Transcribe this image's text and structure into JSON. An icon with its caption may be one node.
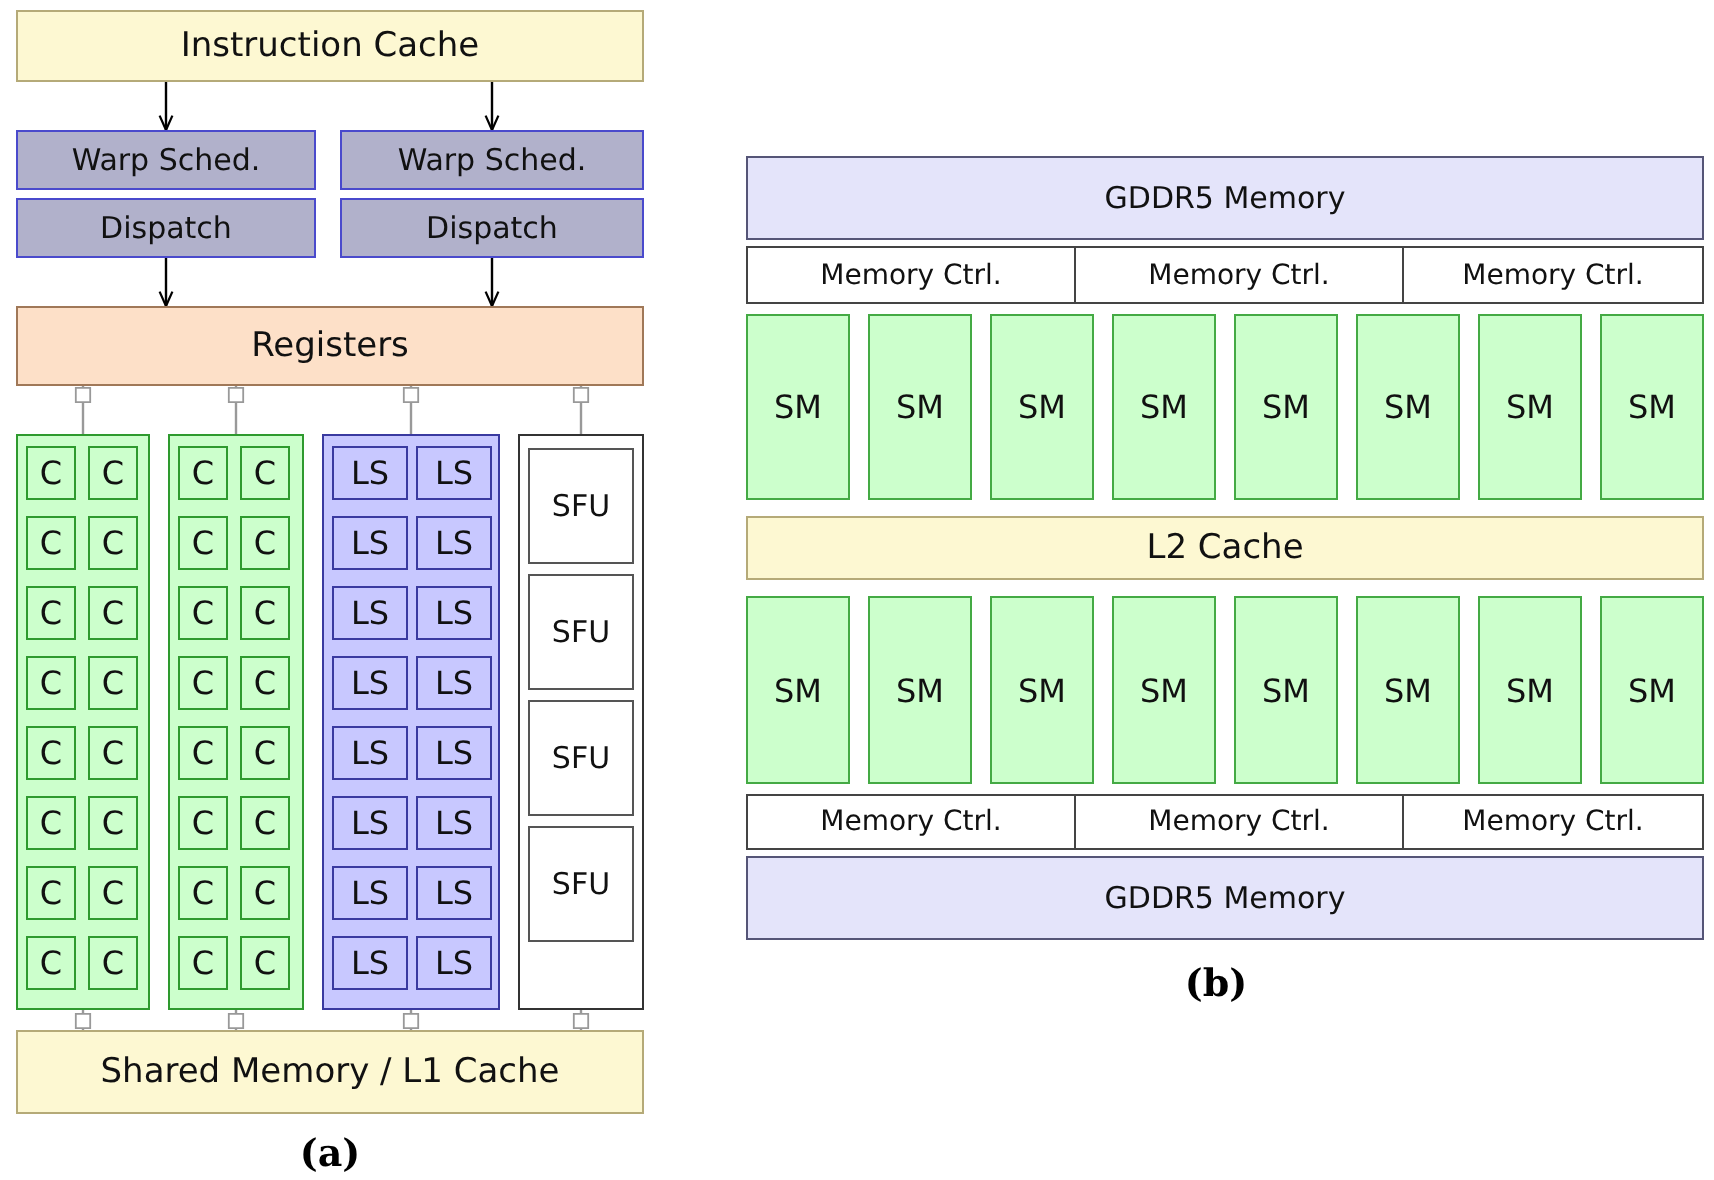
{
  "diagram": {
    "nodes": [
      {
        "text": [
          "Instruction Cache"
        ]
      },
      {
        "text": [
          "Warp Sched."
        ]
      },
      {
        "text": [
          "Warp Sched."
        ]
      },
      {
        "text": [
          "Dispatch"
        ]
      },
      {
        "text": [
          "Dispatch"
        ]
      },
      {
        "text": [
          "Registers"
        ]
      },
      {
        "text": [],
        "shape": "box"
      },
      {
        "text": [
          "C"
        ],
        "in": 6
      },
      {
        "text": [
          "C"
        ],
        "in": 6
      },
      {
        "text": [
          "C"
        ],
        "in": 6
      },
      {
        "text": [
          "C"
        ],
        "in": 6
      },
      {
        "text": [
          "C"
        ],
        "in": 6
      },
      {
        "text": [
          "C"
        ],
        "in": 6
      },
      {
        "text": [
          "C"
        ],
        "in": 6
      },
      {
        "text": [
          "C"
        ],
        "in": 6
      },
      {
        "text": [
          "C"
        ],
        "in": 6
      },
      {
        "text": [
          "C"
        ],
        "in": 6
      },
      {
        "text": [
          "C"
        ],
        "in": 6
      },
      {
        "text": [
          "C"
        ],
        "in": 6
      },
      {
        "text": [
          "C"
        ],
        "in": 6
      },
      {
        "text": [
          "C"
        ],
        "in": 6
      },
      {
        "text": [
          "C"
        ],
        "in": 6
      },
      {
        "text": [
          "C"
        ],
        "in": 6
      },
      {
        "text": [],
        "shape": "box"
      },
      {
        "text": [
          "C"
        ],
        "in": 23
      },
      {
        "text": [
          "C"
        ],
        "in": 23
      },
      {
        "text": [
          "C"
        ],
        "in": 23
      },
      {
        "text": [
          "C"
        ],
        "in": 23
      },
      {
        "text": [
          "C"
        ],
        "in": 23
      },
      {
        "text": [
          "C"
        ],
        "in": 23
      },
      {
        "text": [
          "C"
        ],
        "in": 23
      },
      {
        "text": [
          "C"
        ],
        "in": 23
      },
      {
        "text": [
          "C"
        ],
        "in": 23
      },
      {
        "text": [
          "C"
        ],
        "in": 23
      },
      {
        "text": [
          "C"
        ],
        "in": 23
      },
      {
        "text": [
          "C"
        ],
        "in": 23
      },
      {
        "text": [
          "C"
        ],
        "in": 23
      },
      {
        "text": [
          "C"
        ],
        "in": 23
      },
      {
        "text": [
          "C"
        ],
        "in": 23
      },
      {
        "text": [
          "C"
        ],
        "in": 23
      },
      {
        "text": [],
        "shape": "box"
      },
      {
        "text": [
          "LS"
        ],
        "in": 40
      },
      {
        "text": [
          "LS"
        ],
        "in": 40
      },
      {
        "text": [
          "LS"
        ],
        "in": 40
      },
      {
        "text": [
          "LS"
        ],
        "in": 40
      },
      {
        "text": [
          "LS"
        ],
        "in": 40
      },
      {
        "text": [
          "LS"
        ],
        "in": 40
      },
      {
        "text": [
          "LS"
        ],
        "in": 40
      },
      {
        "text": [
          "LS"
        ],
        "in": 40
      },
      {
        "text": [
          "LS"
        ],
        "in": 40
      },
      {
        "text": [
          "LS"
        ],
        "in": 40
      },
      {
        "text": [
          "LS"
        ],
        "in": 40
      },
      {
        "text": [
          "LS"
        ],
        "in": 40
      },
      {
        "text": [
          "LS"
        ],
        "in": 40
      },
      {
        "text": [
          "LS"
        ],
        "in": 40
      },
      {
        "text": [
          "LS"
        ],
        "in": 40
      },
      {
        "text": [
          "LS"
        ],
        "in": 40
      },
      {
        "text": [],
        "shape": "box"
      },
      {
        "text": [
          "SFU"
        ],
        "in": 57
      },
      {
        "text": [
          "SFU"
        ],
        "in": 57
      },
      {
        "text": [
          "SFU"
        ],
        "in": 57
      },
      {
        "text": [
          "SFU"
        ],
        "in": 57
      },
      {
        "text": [
          "Shared Memory / L1 Cache"
        ]
      },
      {
        "text": [
          "GDDR5 Memory"
        ]
      },
      {
        "text": [
          "Memory Ctrl."
        ]
      },
      {
        "text": [
          "Memory Ctrl."
        ]
      },
      {
        "text": [
          "Memory Ctrl."
        ]
      },
      {
        "text": [
          "SM"
        ]
      },
      {
        "text": [
          "SM"
        ]
      },
      {
        "text": [
          "SM"
        ]
      },
      {
        "text": [
          "SM"
        ]
      },
      {
        "text": [
          "SM"
        ]
      },
      {
        "text": [
          "SM"
        ]
      },
      {
        "text": [
          "SM"
        ]
      },
      {
        "text": [
          "SM"
        ]
      },
      {
        "text": [
          "L2 Cache"
        ]
      },
      {
        "text": [
          "SM"
        ]
      },
      {
        "text": [
          "SM"
        ]
      },
      {
        "text": [
          "SM"
        ]
      },
      {
        "text": [
          "SM"
        ]
      },
      {
        "text": [
          "SM"
        ]
      },
      {
        "text": [
          "SM"
        ]
      },
      {
        "text": [
          "SM"
        ]
      },
      {
        "text": [
          "SM"
        ]
      },
      {
        "text": [
          "Memory Ctrl."
        ]
      },
      {
        "text": [
          "Memory Ctrl."
        ]
      },
      {
        "text": [
          "Memory Ctrl."
        ]
      },
      {
        "text": [
          "GDDR5 Memory"
        ]
      }
    ],
    "edges": [
      {
        "from": 0,
        "to": 1,
        "arrow": "to",
        "color": "#000000"
      },
      {
        "from": 0,
        "to": 2,
        "arrow": "to",
        "color": "#000000"
      },
      {
        "from": 3,
        "to": 5,
        "arrow": "to",
        "color": "#000000"
      },
      {
        "from": 4,
        "to": 5,
        "arrow": "to",
        "color": "#000000"
      },
      {
        "from": 6,
        "to": 5,
        "arrow": "other"
      },
      {
        "from": 23,
        "to": 5,
        "arrow": "other"
      },
      {
        "from": 40,
        "to": 5,
        "arrow": "other"
      },
      {
        "from": 57,
        "to": 5,
        "arrow": "other"
      },
      {
        "from": 6,
        "to": 62,
        "arrow": "other"
      },
      {
        "from": 23,
        "to": 62,
        "arrow": "other"
      },
      {
        "from": 40,
        "to": 62,
        "arrow": "other"
      },
      {
        "from": 57,
        "to": 62,
        "arrow": "other"
      }
    ],
    "labels": [
      "(a)",
      "(b)"
    ]
  }
}
